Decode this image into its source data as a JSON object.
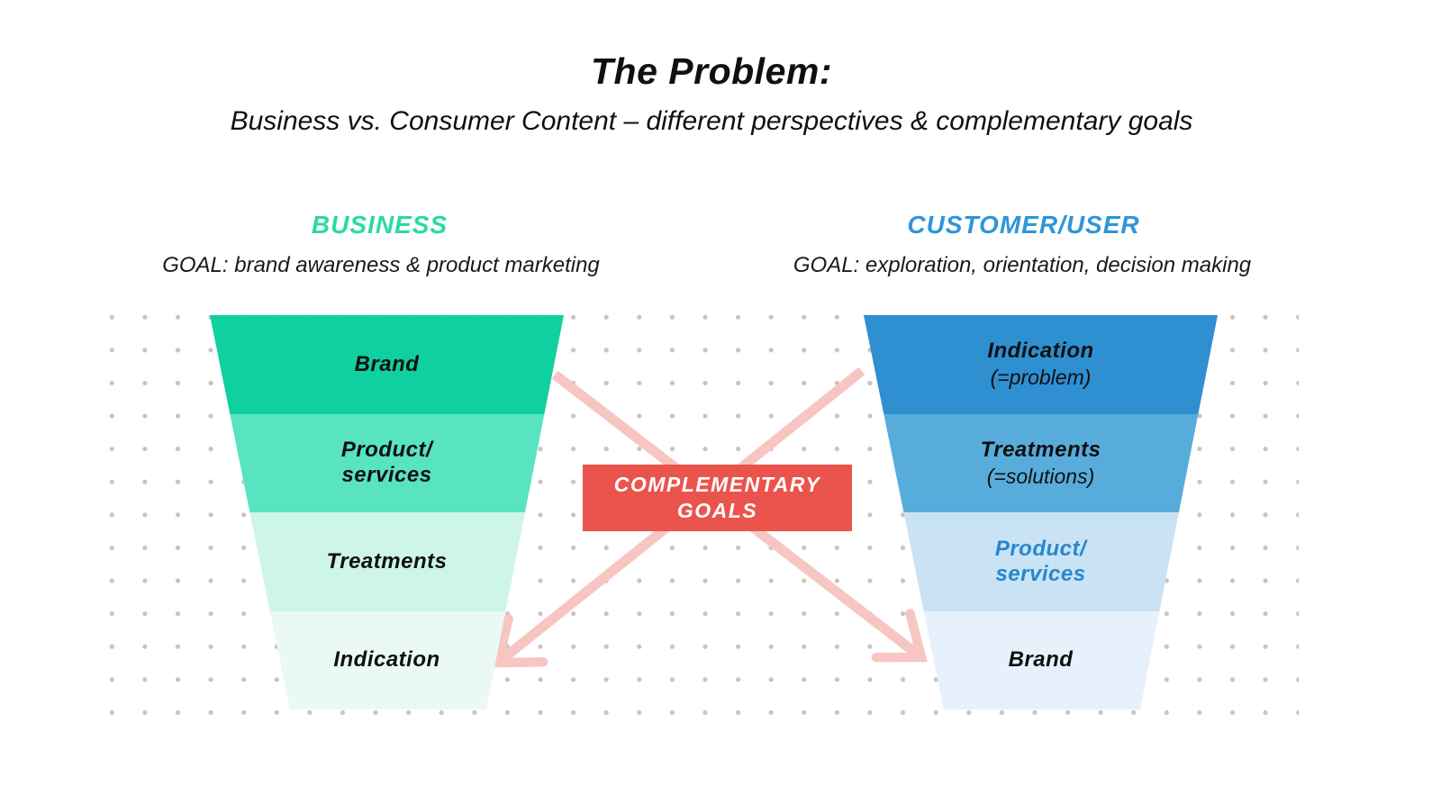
{
  "title": "The Problem:",
  "subtitle": "Business vs. Consumer Content – different perspectives & complementary goals",
  "business": {
    "heading": "BUSINESS",
    "heading_color": "#2BD9A6",
    "goal": "GOAL: brand awareness & product marketing",
    "levels": [
      {
        "label": "Brand",
        "bg": "#0FD0A0",
        "color": "#101010"
      },
      {
        "label": "Product/\nservices",
        "bg": "#58E3C1",
        "color": "#101010"
      },
      {
        "label": "Treatments",
        "bg": "#CDF5EA",
        "color": "#101010"
      },
      {
        "label": "Indication",
        "bg": "#EAF9F5",
        "color": "#101010"
      }
    ]
  },
  "customer": {
    "heading": "CUSTOMER/USER",
    "heading_color": "#2E96D9",
    "goal": "GOAL: exploration, orientation, decision making",
    "levels": [
      {
        "label": "Indication",
        "sub": "(=problem)",
        "bg": "#2E8FD1",
        "color": "#101010"
      },
      {
        "label": "Treatments",
        "sub": "(=solutions)",
        "bg": "#58ACDC",
        "color": "#101010"
      },
      {
        "label": "Product/\nservices",
        "sub": "",
        "bg": "#C9E3F5",
        "color": "#2787CE"
      },
      {
        "label": "Brand",
        "sub": "",
        "bg": "#E6F1FB",
        "color": "#101010"
      }
    ]
  },
  "center_box": {
    "label": "COMPLEMENTARY\nGOALS",
    "bg": "#EA544C",
    "color": "#FFFFFF"
  },
  "arrows": {
    "color": "#F7C6C2"
  },
  "dots_color": "#C9C3BB"
}
